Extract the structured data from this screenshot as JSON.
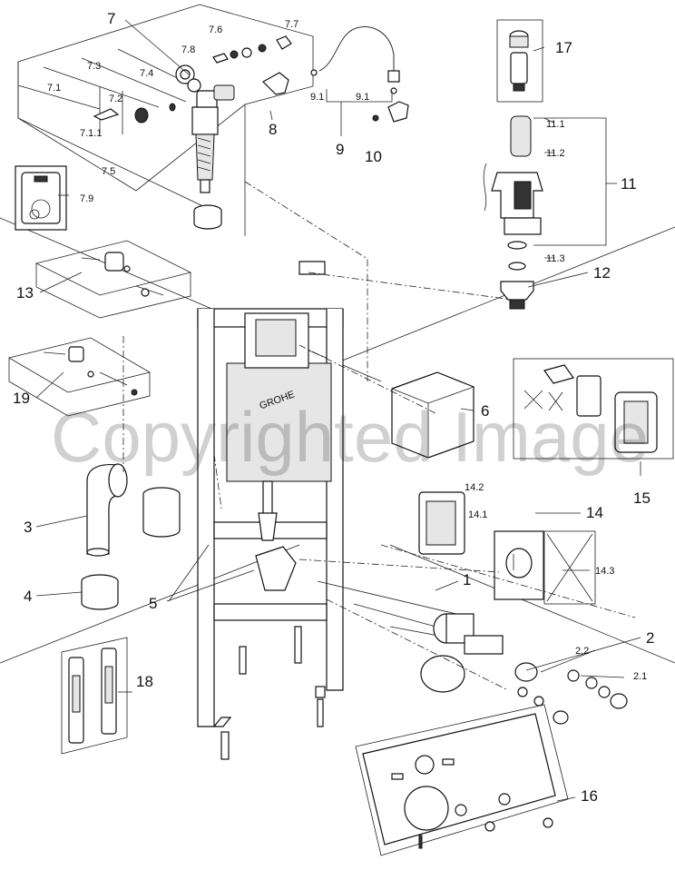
{
  "watermark": "Copyrighted Image",
  "brand": "GROHE",
  "labels": {
    "l1": "1",
    "l2": "2",
    "l2_1": "2.1",
    "l2_2": "2.2",
    "l3": "3",
    "l4": "4",
    "l5": "5",
    "l6": "6",
    "l7": "7",
    "l7_1": "7.1",
    "l7_1_1": "7.1.1",
    "l7_2": "7.2",
    "l7_3": "7.3",
    "l7_4": "7.4",
    "l7_5": "7.5",
    "l7_6": "7.6",
    "l7_7": "7.7",
    "l7_8": "7.8",
    "l7_9": "7.9",
    "l8": "8",
    "l9": "9",
    "l9_1a": "9.1",
    "l9_1b": "9.1",
    "l10": "10",
    "l11": "11",
    "l11_1": "11.1",
    "l11_2": "11.2",
    "l11_3": "11.3",
    "l12": "12",
    "l13": "13",
    "l14": "14",
    "l14_1": "14.1",
    "l14_2": "14.2",
    "l14_3": "14.3",
    "l15": "15",
    "l16": "16",
    "l17": "17",
    "l18": "18",
    "l19": "19"
  }
}
